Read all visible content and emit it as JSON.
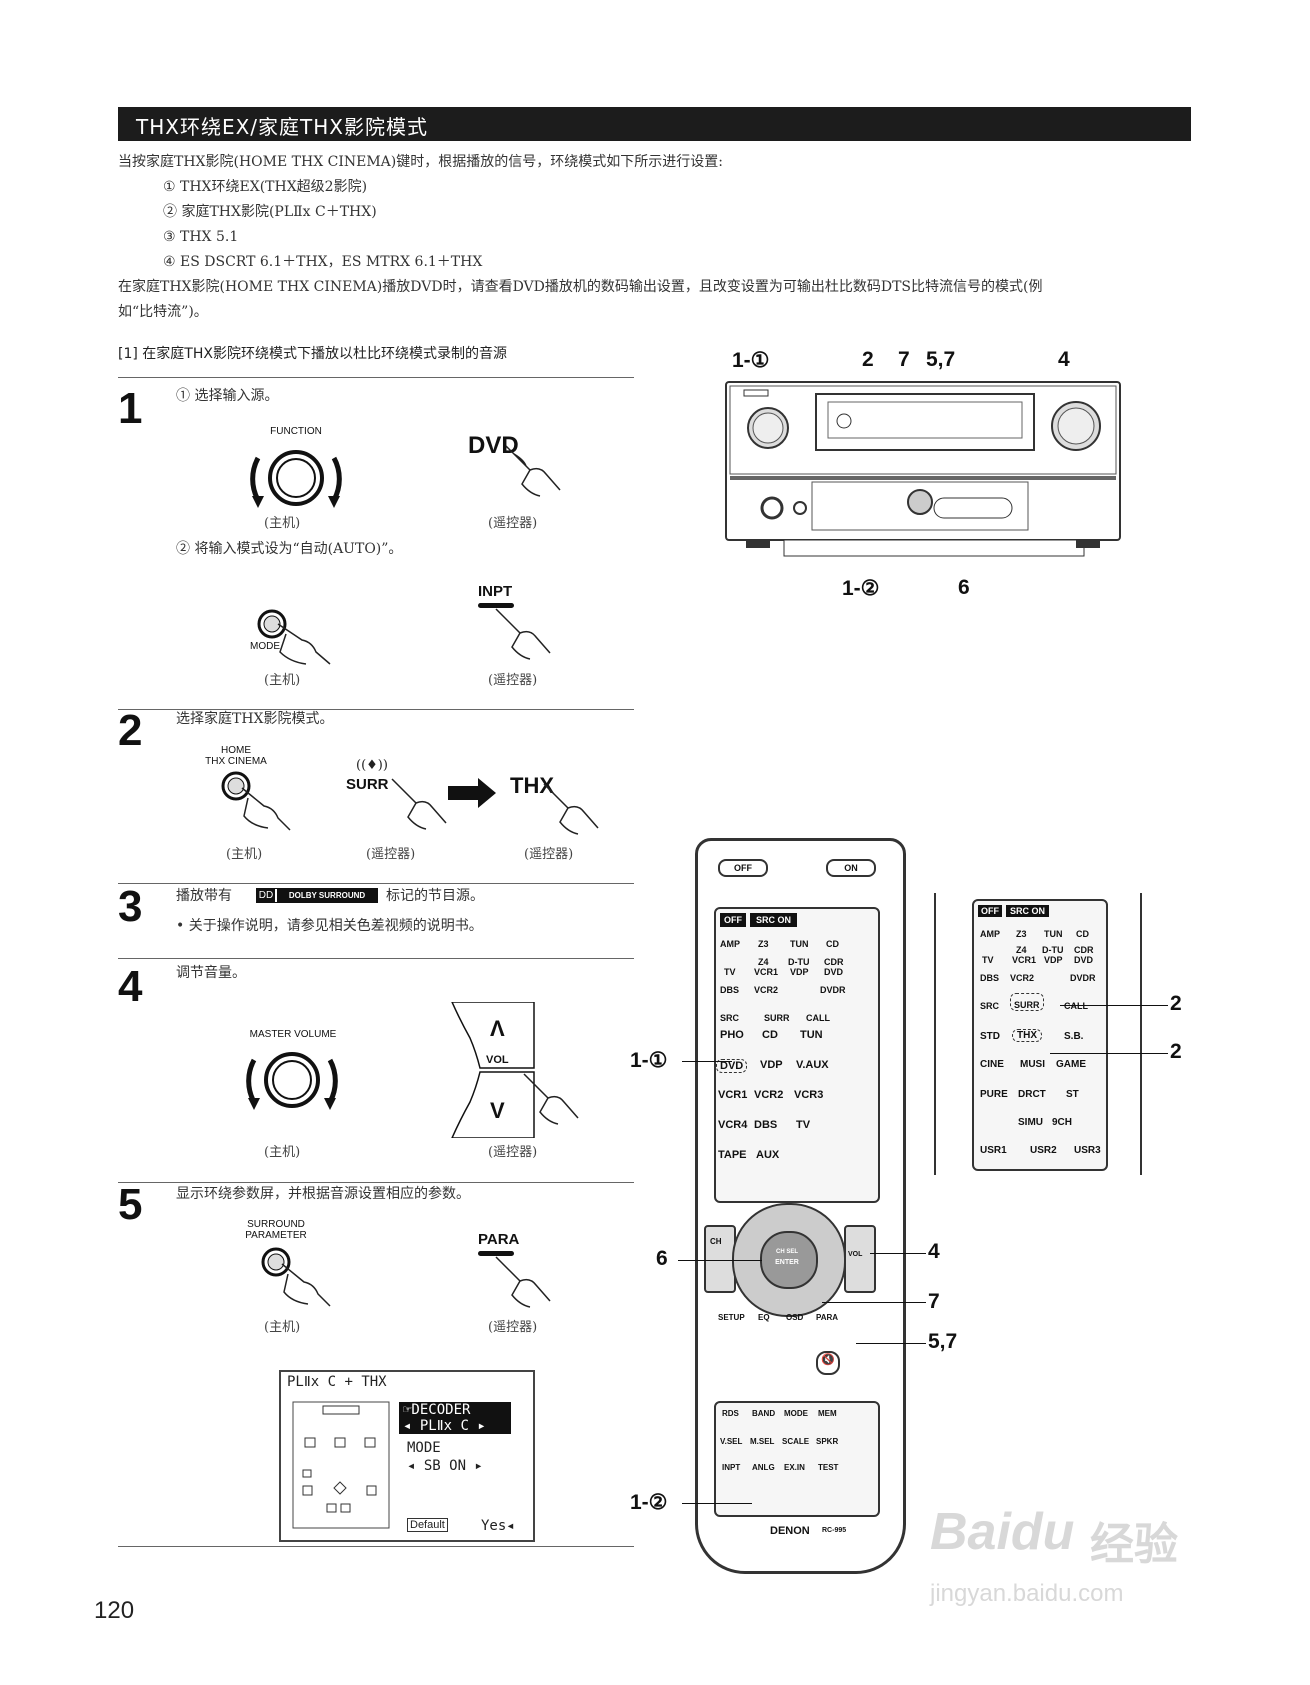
{
  "header": {
    "title": "THX环绕EX/家庭THX影院模式"
  },
  "intro": {
    "line1": "当按家庭THX影院(HOME THX CINEMA)键时，根据播放的信号，环绕模式如下所示进行设置:",
    "items": [
      "① THX环绕EX(THX超级2影院)",
      "② 家庭THX影院(PLⅡx C＋THX)",
      "③ THX 5.1",
      "④ ES DSCRT 6.1＋THX，ES MTRX 6.1＋THX"
    ],
    "line2": "在家庭THX影院(HOME  THX  CINEMA)播放DVD时，请查看DVD播放机的数码输出设置，且改变设置为可输出杜比数码DTS比特流信号的模式(例",
    "line3": "如“比特流”)。"
  },
  "section": {
    "title": "[1] 在家庭THX影院环绕模式下播放以杜比环绕模式录制的音源"
  },
  "steps": [
    {
      "num": "1",
      "text_a": "① 选择输入源。",
      "text_b": "② 将输入模式设为“自动(AUTO)”。"
    },
    {
      "num": "2",
      "text": "选择家庭THX影院模式。"
    },
    {
      "num": "3",
      "text_pre": "播放带有",
      "text_post": "标记的节目源。",
      "note": "• 关于操作说明，请参见相关色差视频的说明书。",
      "logo": "DOLBY SURROUND"
    },
    {
      "num": "4",
      "text": "调节音量。"
    },
    {
      "num": "5",
      "text": "显示环绕参数屏，并根据音源设置相应的参数。"
    }
  ],
  "captions": {
    "main": "(主机)",
    "remote": "(遥控器)"
  },
  "labels": {
    "function": "FUNCTION",
    "dvd": "DVD",
    "mode": "MODE",
    "inpt": "INPT",
    "home_thx_1": "HOME",
    "home_thx_2": "THX CINEMA",
    "surr": "SURR",
    "thx": "THX",
    "master_volume": "MASTER VOLUME",
    "vol": "VOL",
    "vol_up": "Λ",
    "vol_down": "V",
    "surround_param_1": "SURROUND",
    "surround_param_2": "PARAMETER",
    "para": "PARA"
  },
  "osd": {
    "title": "PLⅡx  C  +  THX",
    "decoder": "☞DECODER",
    "decoder_val": "◂ PLⅡx  C ▸",
    "mode": "MODE",
    "mode_val": "◂  SB  ON    ▸",
    "default": "Default",
    "yes": "Yes◂"
  },
  "receiver_callouts": {
    "top": [
      "1-①",
      "2",
      "7",
      "5,7",
      "4"
    ],
    "bottom": [
      "1-②",
      "6"
    ]
  },
  "remote_callouts": {
    "left": [
      "1-①",
      "6",
      "1-②"
    ],
    "right": [
      "4",
      "7",
      "5,7"
    ],
    "inset": [
      "2",
      "2"
    ]
  },
  "remote": {
    "top": [
      "OFF",
      "ON"
    ],
    "src_row": [
      "OFF",
      "SRC ON"
    ],
    "grid1": [
      "AMP",
      "Z3",
      "TUN",
      "CD",
      "Z4",
      "D-TU",
      "CDR",
      "TV",
      "VCR1",
      "VDP",
      "DVD",
      "DBS",
      "VCR2",
      "DVDR"
    ],
    "grid2": [
      "SRC",
      "SURR",
      "CALL",
      "PHO",
      "CD",
      "TUN",
      "DVD",
      "VDP",
      "V.AUX",
      "VCR1",
      "VCR2",
      "VCR3",
      "VCR4",
      "DBS",
      "TV",
      "TAPE",
      "AUX"
    ],
    "nav": [
      "CH",
      "CH SEL",
      "ENTER",
      "VOL"
    ],
    "func": [
      "SETUP",
      "EQ",
      "OSD",
      "PARA"
    ],
    "bottom": [
      "RDS",
      "BAND",
      "MODE",
      "MEM",
      "V.SEL",
      "M.SEL",
      "SCALE",
      "SPKR",
      "INPT",
      "ANLG",
      "EX.IN",
      "TEST"
    ],
    "brand": "DENON",
    "model": "RC-995"
  },
  "inset_remote": {
    "rows": [
      "OFF",
      "SRC ON",
      "AMP",
      "Z3",
      "TUN",
      "CD",
      "Z4",
      "D-TU",
      "CDR",
      "TV",
      "VCR1",
      "VDP",
      "DVD",
      "DBS",
      "VCR2",
      "DVDR",
      "SRC",
      "SURR",
      "CALL",
      "STD",
      "THX",
      "S.B.",
      "CINE",
      "MUSI",
      "GAME",
      "PURE",
      "DRCT",
      "ST",
      "SIMU",
      "9CH",
      "USR1",
      "USR2",
      "USR3"
    ]
  },
  "page_number": "120",
  "watermark": {
    "text1": "Baidu",
    "text2": "经验",
    "url": "jingyan.baidu.com"
  }
}
